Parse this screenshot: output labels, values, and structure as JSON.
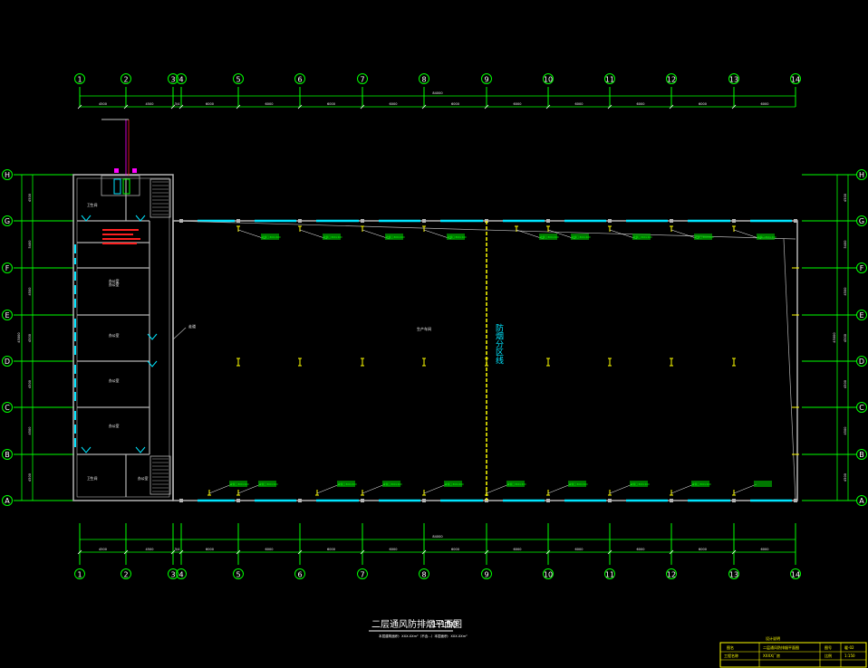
{
  "drawing": {
    "title": "二层通风防排烟平面图",
    "scale": "1:150",
    "note": "本层建筑面积：XXX.XXm²（不含...）本层面积：XXX.XXm²",
    "zone_label": "防烟分区线",
    "room_label_main": "生产车间",
    "corridor_label": "走道",
    "colors": {
      "background": "#000000",
      "grid": "#00ff00",
      "wall": "#b4b4b4",
      "window": "#00e5ff",
      "zone_line": "#ffff00",
      "annotation": "#ffffff",
      "warning": "#ff2020",
      "accent": "#ff00ff"
    }
  },
  "grid_columns": [
    "1",
    "2",
    "3",
    "4",
    "5",
    "6",
    "7",
    "8",
    "9",
    "10",
    "11",
    "12",
    "13",
    "14"
  ],
  "grid_rows": [
    "H",
    "G",
    "F",
    "E",
    "D",
    "C",
    "B",
    "A"
  ],
  "column_dims": [
    "4500",
    "4500",
    "3/4",
    "6000",
    "6000",
    "6000",
    "6000",
    "6000",
    "6000",
    "6000",
    "6000",
    "6000",
    "6000"
  ],
  "overall_dim": "84000",
  "row_dims": [
    "4500",
    "5400",
    "4500",
    "4500",
    "4500",
    "4500",
    "4500"
  ],
  "overall_row_dim": "45000",
  "rooms": [
    "卫生间",
    "办公室",
    "办公室",
    "办公室",
    "办公室",
    "办公室",
    "卫生间",
    "办公室"
  ],
  "vents": [
    "排烟口 800×400",
    "排烟口 800×400",
    "排烟口 800×400",
    "排烟口 800×400",
    "排烟口 800×400",
    "排烟口 800×400",
    "排烟口 800×400",
    "排烟口 800×400",
    "排烟口 800×400",
    "排烟口 800×400",
    "排烟口 800×400",
    "排烟口 800×400",
    "排烟口 800×400",
    "排烟口 800×400",
    "排烟口 800×400",
    "排烟口 800×400",
    "排烟口 800×400",
    "排烟口 800×400"
  ],
  "title_block": {
    "header": "设计说明",
    "rows": [
      [
        "图名",
        "二层通风防排烟平面图",
        "图号",
        "暖-02"
      ],
      [
        "工程名称",
        "XXXX厂房",
        "比例",
        "1:150"
      ]
    ]
  }
}
